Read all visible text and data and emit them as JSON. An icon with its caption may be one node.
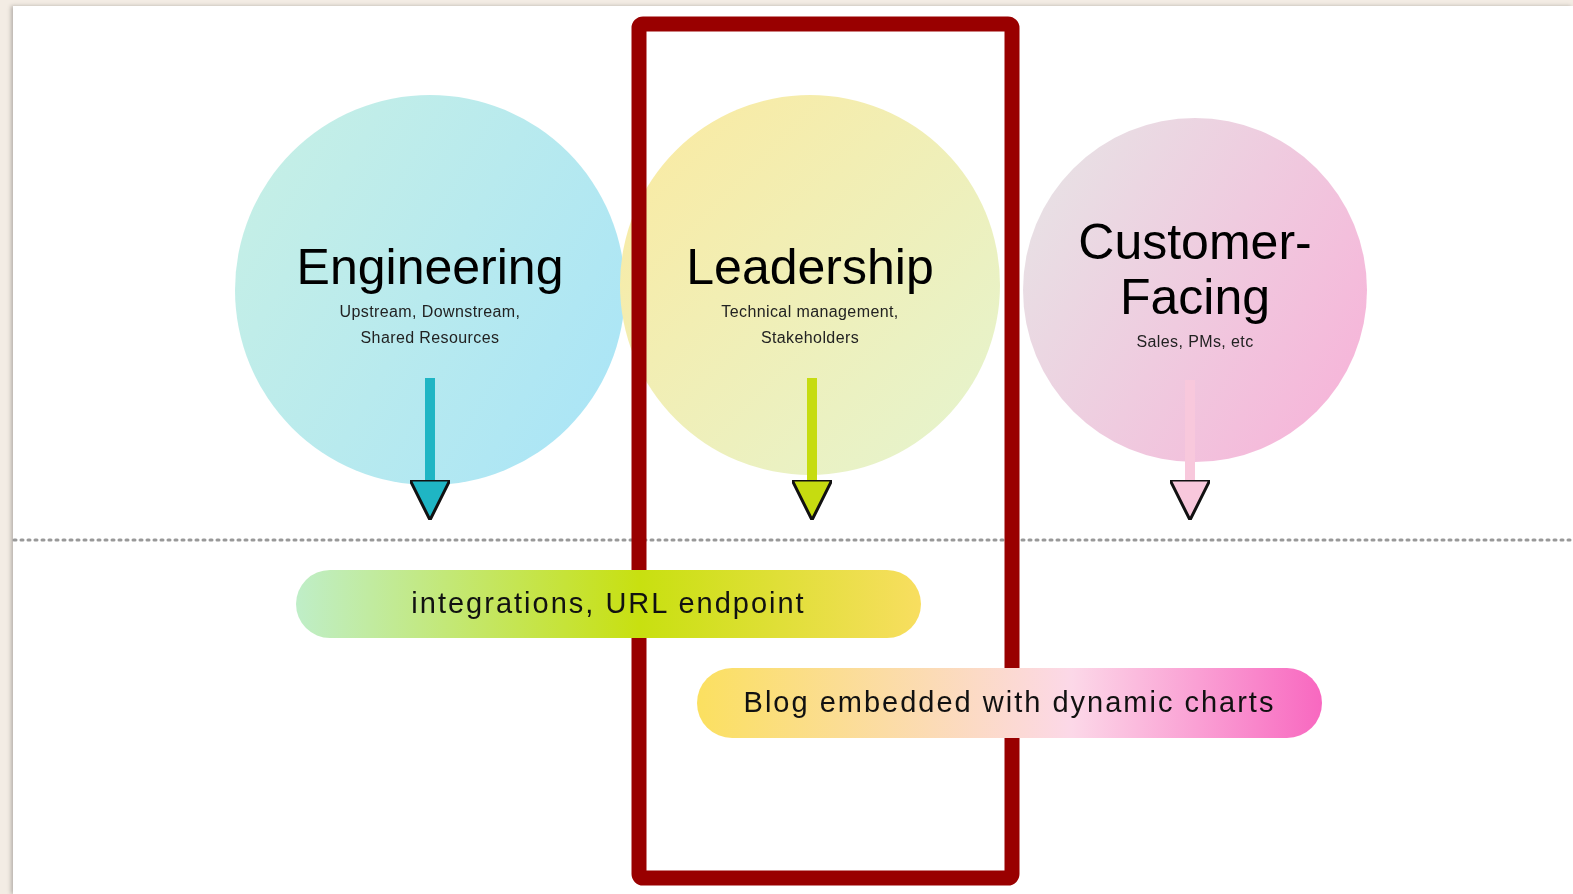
{
  "diagram": {
    "nodes": [
      {
        "text": [
          "Engineering",
          "Upstream, Downstream, Shared Resources"
        ]
      },
      {
        "text": [
          "Leadership",
          "Technical management, Stakeholders"
        ]
      },
      {
        "text": [
          "Customer-Facing",
          "Sales, PMs, etc"
        ]
      },
      {
        "text": [
          "integrations, URL endpoint"
        ]
      },
      {
        "text": [
          "Blog embedded with dynamic charts"
        ]
      }
    ]
  }
}
